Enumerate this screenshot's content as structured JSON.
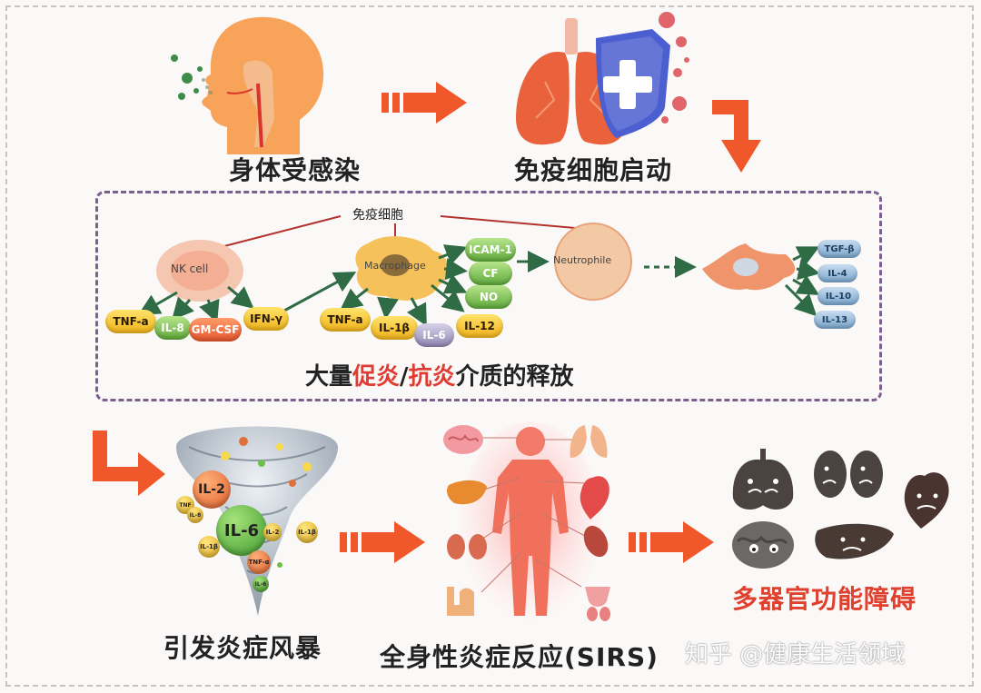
{
  "stages": {
    "infection": "身体受感染",
    "immune_start": "免疫细胞启动",
    "storm": "引发炎症风暴",
    "sirs": "全身性炎症反应(SIRS)",
    "mods": "多器官功能障碍"
  },
  "release": {
    "prefix": "大量",
    "pro": "促炎",
    "slash": "/",
    "anti": "抗炎",
    "suffix": "介质的释放"
  },
  "cells": {
    "header": "免疫细胞",
    "nk": "NK cell",
    "macrophage": "Macrophage",
    "neutrophile": "Neutrophile"
  },
  "nk_cytokines": [
    "TNF-a",
    "IL-8",
    "GM-CSF",
    "IFN-γ"
  ],
  "macro_cytokines": [
    "TNF-a",
    "IL-1β",
    "IL-6",
    "IL-12"
  ],
  "macro_factors": [
    "ICAM-1",
    "CF",
    "NO"
  ],
  "anti_cytokines": [
    "TGF-β",
    "IL-4",
    "IL-10",
    "IL-13"
  ],
  "storm_cytokines": {
    "il2": "IL-2",
    "il6": "IL-6",
    "tnf": "TNF",
    "il1b": "IL-1β",
    "il2s": "IL-2",
    "tnfa": "TNF-α",
    "il8": "IL-8",
    "il1b2": "IL-1β",
    "il6s": "IL-6"
  },
  "watermark": "知乎 @健康生活领域",
  "colors": {
    "arrow": "#f0572a",
    "pro_red": "#e03c32",
    "mods_red": "#e0402e",
    "dash_purple": "#7b5f8e"
  }
}
